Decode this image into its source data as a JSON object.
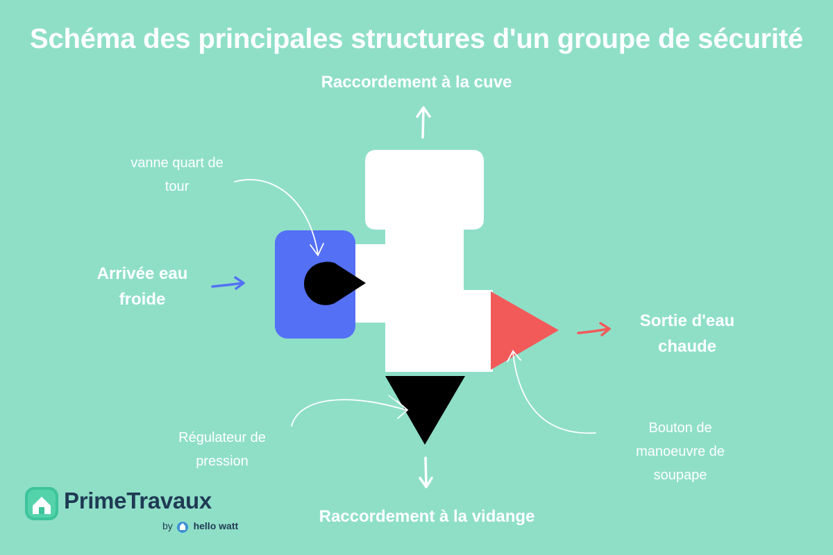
{
  "title": "Schéma des principales structures d'un groupe de sécurité",
  "labels": {
    "tank_connection": "Raccordement à la cuve",
    "drain_connection": "Raccordement à la vidange",
    "cold_water_in_line1": "Arrivée eau",
    "cold_water_in_line2": "froide",
    "hot_water_out_line1": "Sortie d'eau",
    "hot_water_out_line2": "chaude",
    "quarter_turn_valve_line1": "vanne quart de",
    "quarter_turn_valve_line2": "tour",
    "pressure_regulator_line1": "Régulateur de",
    "pressure_regulator_line2": "pression",
    "valve_button_line1": "Bouton de",
    "valve_button_line2": "manoeuvre de",
    "valve_button_line3": "soupape"
  },
  "brand": {
    "name": "PrimeTravaux",
    "by": "by",
    "partner": "hello watt"
  },
  "colors": {
    "background": "#8fdfc7",
    "body": "#ffffff",
    "cold_inlet": "#5470f5",
    "hot_outlet": "#f25a5a",
    "valve_handle": "#000000",
    "drain_cone": "#000000",
    "logo_icon": "#3ec49a",
    "logo_text": "#1f3a54"
  }
}
